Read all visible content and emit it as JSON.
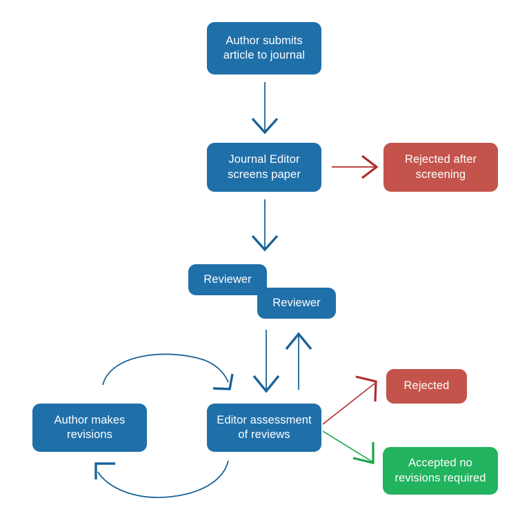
{
  "diagram": {
    "title": "Journal peer review process flowchart",
    "type": "flowchart",
    "colors": {
      "process_blue": "#1F6FA9",
      "reject_red": "#C4544B",
      "accept_green": "#22B35E",
      "arrow_blue": "#1A6298",
      "arrow_red": "#B02A2A",
      "arrow_green": "#17A34A",
      "background": "#FFFFFF"
    },
    "nodes": [
      {
        "id": "submit",
        "label": "Author submits article to journal",
        "shape": "rounded-rect",
        "color": "blue"
      },
      {
        "id": "screen",
        "label": "Journal Editor screens paper",
        "shape": "rounded-rect",
        "color": "blue"
      },
      {
        "id": "rejscreen",
        "label": "Rejected after screening",
        "shape": "rounded-rect",
        "color": "red"
      },
      {
        "id": "reviewer1",
        "label": "Reviewer",
        "shape": "rounded-rect",
        "color": "blue"
      },
      {
        "id": "reviewer2",
        "label": "Reviewer",
        "shape": "rounded-rect",
        "color": "blue"
      },
      {
        "id": "revisions",
        "label": "Author makes revisions",
        "shape": "rounded-rect",
        "color": "blue"
      },
      {
        "id": "assess",
        "label": "Editor assessment of reviews",
        "shape": "rounded-rect",
        "color": "blue"
      },
      {
        "id": "rejected",
        "label": "Rejected",
        "shape": "rounded-rect",
        "color": "red"
      },
      {
        "id": "accepted",
        "label": "Accepted no revisions required",
        "shape": "rounded-rect",
        "color": "green"
      }
    ],
    "edges": [
      {
        "from": "submit",
        "to": "screen",
        "style": "straight-down",
        "color": "arrow_blue"
      },
      {
        "from": "screen",
        "to": "rejscreen",
        "style": "straight-right",
        "color": "arrow_red"
      },
      {
        "from": "screen",
        "to": "reviewer1",
        "style": "straight-down",
        "color": "arrow_blue"
      },
      {
        "from": "reviewer2",
        "to": "assess",
        "style": "straight-down",
        "color": "arrow_blue"
      },
      {
        "from": "assess",
        "to": "reviewer2",
        "style": "straight-up",
        "color": "arrow_blue"
      },
      {
        "from": "assess",
        "to": "rejected",
        "style": "diagonal-up",
        "color": "arrow_red"
      },
      {
        "from": "assess",
        "to": "accepted",
        "style": "diagonal-down",
        "color": "arrow_green"
      },
      {
        "from": "revisions",
        "to": "assess",
        "style": "arc-top",
        "color": "arrow_blue"
      },
      {
        "from": "assess",
        "to": "revisions",
        "style": "arc-bottom",
        "color": "arrow_blue"
      }
    ]
  },
  "nodes": {
    "submit": {
      "label_line1": "Author submits",
      "label_line2": "article to journal"
    },
    "screen": {
      "label_line1": "Journal Editor",
      "label_line2": "screens paper"
    },
    "rejscreen": {
      "label_line1": "Rejected after",
      "label_line2": "screening"
    },
    "reviewer1": {
      "label": "Reviewer"
    },
    "reviewer2": {
      "label": "Reviewer"
    },
    "revisions": {
      "label_line1": "Author makes",
      "label_line2": "revisions"
    },
    "assess": {
      "label_line1": "Editor assessment",
      "label_line2": "of reviews"
    },
    "rejected": {
      "label": "Rejected"
    },
    "accepted": {
      "label_line1": "Accepted no",
      "label_line2": "revisions required"
    }
  }
}
